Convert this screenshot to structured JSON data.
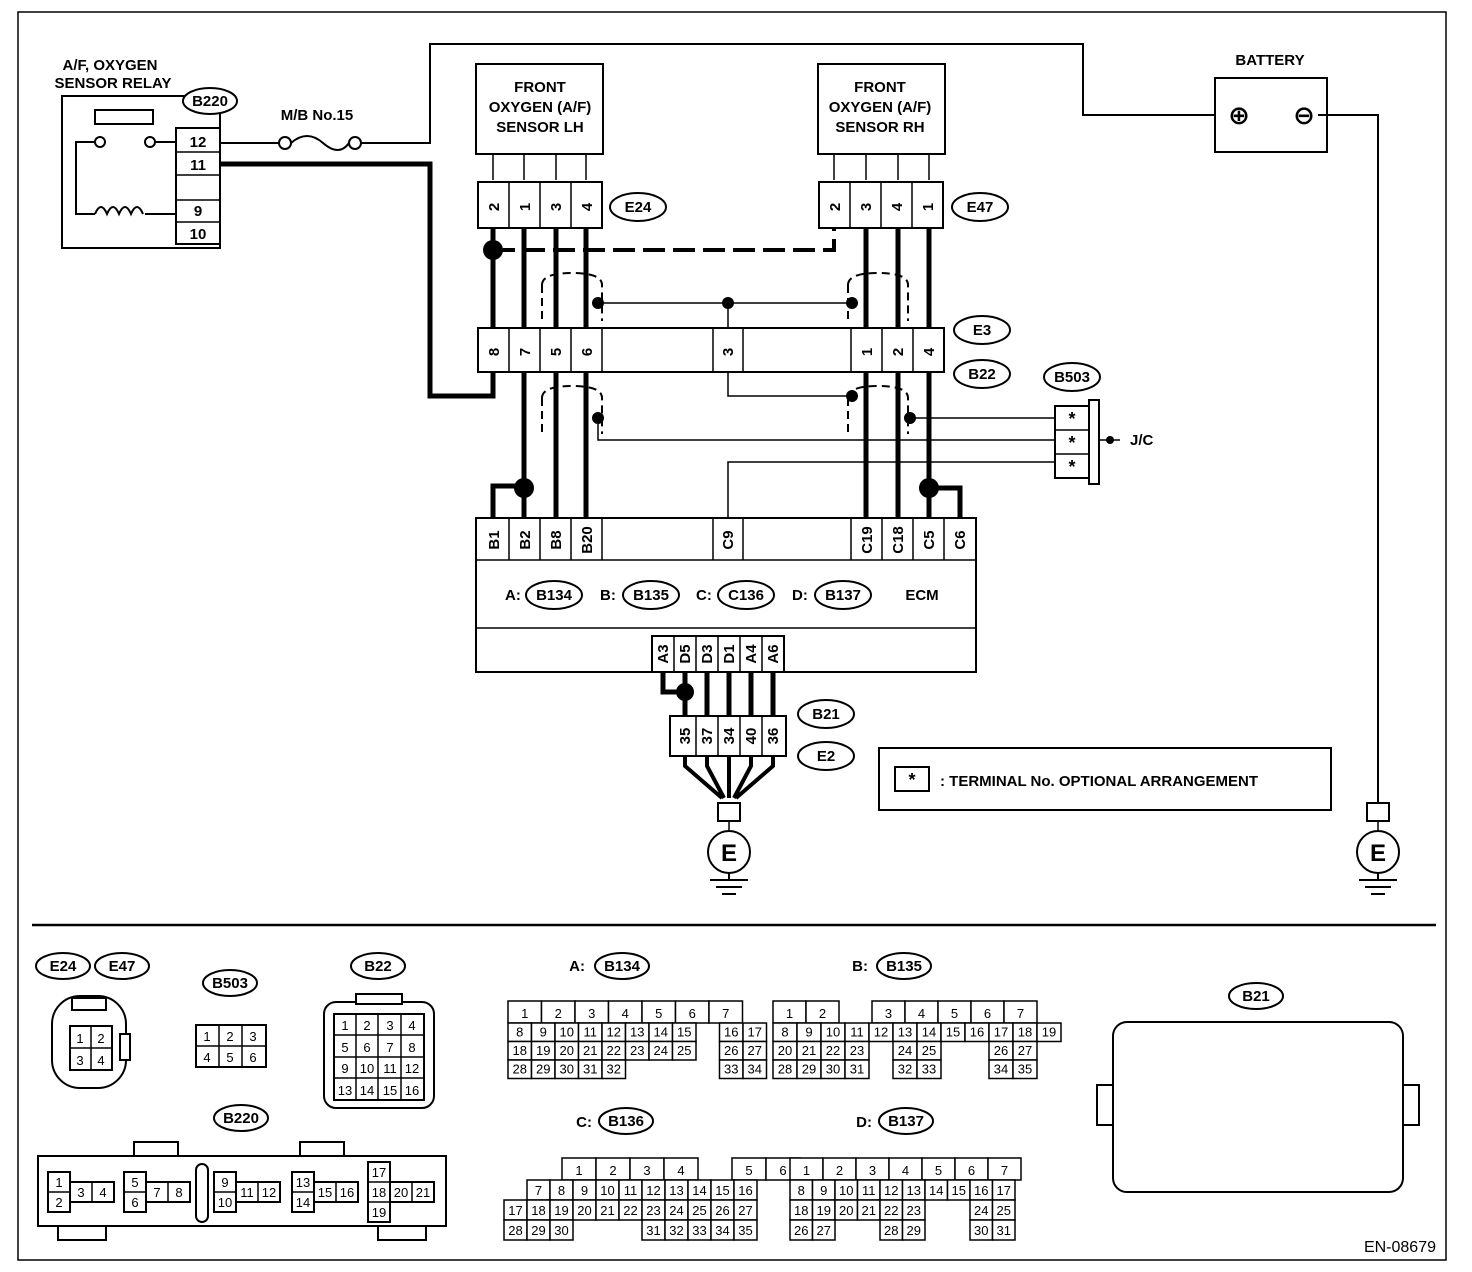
{
  "diagram_id": "EN-08679",
  "relay": {
    "title1": "A/F, OXYGEN",
    "title2": "SENSOR RELAY",
    "connector": "B220",
    "pins": [
      "12",
      "11",
      "9",
      "10"
    ]
  },
  "fuse": {
    "label": "M/B No.15"
  },
  "battery": {
    "label": "BATTERY",
    "plus": "⊕",
    "minus": "⊖"
  },
  "sensor_lh": {
    "line1": "FRONT",
    "line2": "OXYGEN (A/F)",
    "line3": "SENSOR LH",
    "connector": "E24",
    "pins": [
      "2",
      "1",
      "3",
      "4"
    ]
  },
  "sensor_rh": {
    "line1": "FRONT",
    "line2": "OXYGEN (A/F)",
    "line3": "SENSOR RH",
    "connector": "E47",
    "pins": [
      "2",
      "3",
      "4",
      "1"
    ]
  },
  "mid_connector": {
    "label_top": "E3",
    "label_bottom": "B22",
    "pins": [
      "8",
      "7",
      "5",
      "6",
      "3",
      "1",
      "2",
      "4"
    ]
  },
  "jc": {
    "connector": "B503",
    "label": "J/C",
    "pins": [
      "*",
      "*",
      "*"
    ]
  },
  "ecm": {
    "label": "ECM",
    "top_pins": [
      "B1",
      "B2",
      "B8",
      "B20",
      "C9",
      "C19",
      "C18",
      "C5",
      "C6"
    ],
    "connectors": [
      {
        "prefix": "A:",
        "id": "B134"
      },
      {
        "prefix": "B:",
        "id": "B135"
      },
      {
        "prefix": "C:",
        "id": "C136"
      },
      {
        "prefix": "D:",
        "id": "B137"
      }
    ],
    "bottom_pins": [
      "A3",
      "D5",
      "D3",
      "D1",
      "A4",
      "A6"
    ]
  },
  "ground_connector": {
    "label_top": "B21",
    "label_bottom": "E2",
    "pins": [
      "35",
      "37",
      "34",
      "40",
      "36"
    ]
  },
  "ground_symbol": "E",
  "legend": {
    "symbol": "*",
    "text": ": TERMINAL No. OPTIONAL ARRANGEMENT"
  },
  "faces": {
    "e24": "E24",
    "e47": "E47",
    "b503": "B503",
    "b22": "B22",
    "b220": "B220",
    "b134": "B134",
    "b135": "B135",
    "b136": "B136",
    "b137": "B137",
    "b21": "B21",
    "a_pre": "A:",
    "b_pre": "B:",
    "c_pre": "C:",
    "d_pre": "D:"
  }
}
